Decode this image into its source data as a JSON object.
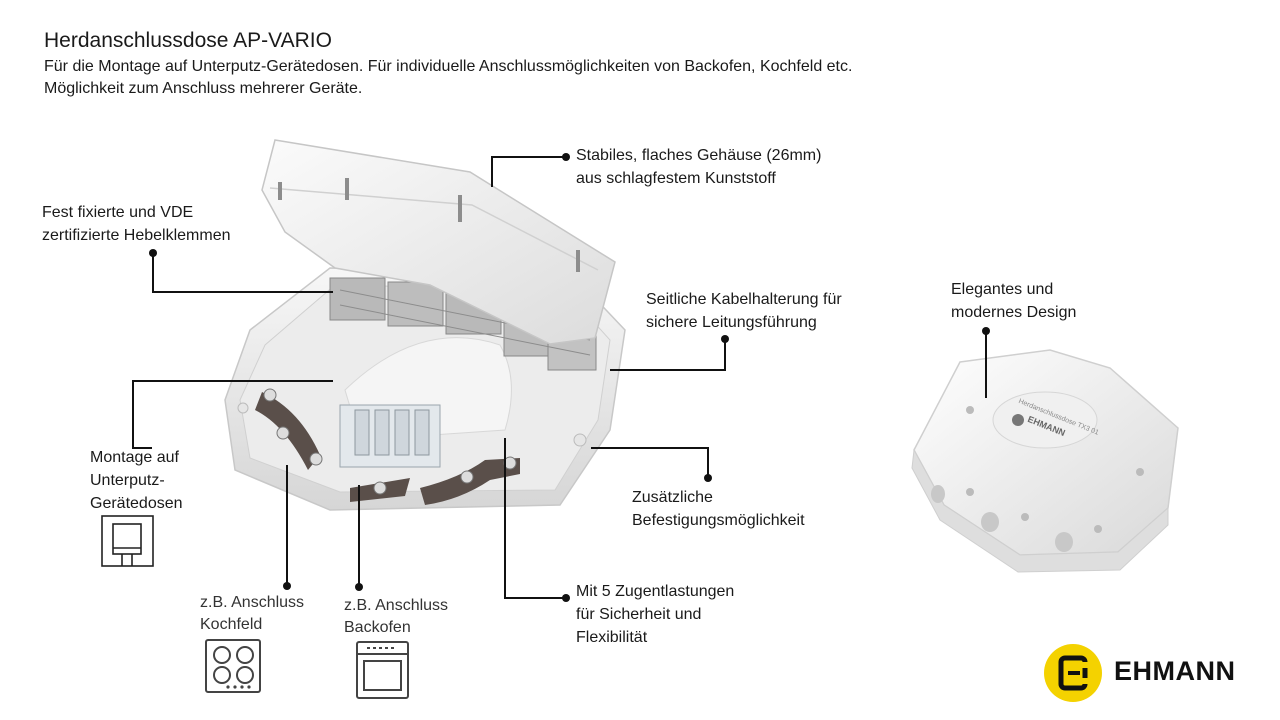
{
  "header": {
    "title": "Herdanschlussdose AP-VARIO",
    "subtitle_line1": "Für die Montage auf Unterputz-Gerätedosen. Für individuelle Anschlussmöglichkeiten von Backofen, Kochfeld etc.",
    "subtitle_line2": "Möglichkeit zum Anschluss mehrerer Geräte."
  },
  "callouts": {
    "housing": [
      "Stabiles, flaches Gehäuse (26mm)",
      "aus schlagfestem Kunststoff"
    ],
    "clamps": [
      "Fest fixierte und VDE",
      "zertifizierte Hebelklemmen"
    ],
    "cable_holder": [
      "Seitliche Kabelhalterung für",
      "sichere Leitungsführung"
    ],
    "design": [
      "Elegantes und",
      "modernes Design"
    ],
    "mounting": [
      "Montage auf",
      "Unterputz-",
      "Gerätedosen"
    ],
    "fastening": [
      "Zusätzliche",
      "Befestigungsmöglichkeit"
    ],
    "strain_relief": [
      "Mit 5 Zugentlastungen",
      "für Sicherheit und",
      "Flexibilität"
    ]
  },
  "use_cases": {
    "cooktop": [
      "z.B. Anschluss",
      "Kochfeld"
    ],
    "oven": [
      "z.B. Anschluss",
      "Backofen"
    ]
  },
  "product_label": {
    "engraved_brand": "EHMANN",
    "engraved_model": "Herdanschlussdose TX3 01"
  },
  "brand": {
    "name": "EHMANN",
    "color": "#f4d200",
    "icon": "ehmann-e-logo"
  }
}
